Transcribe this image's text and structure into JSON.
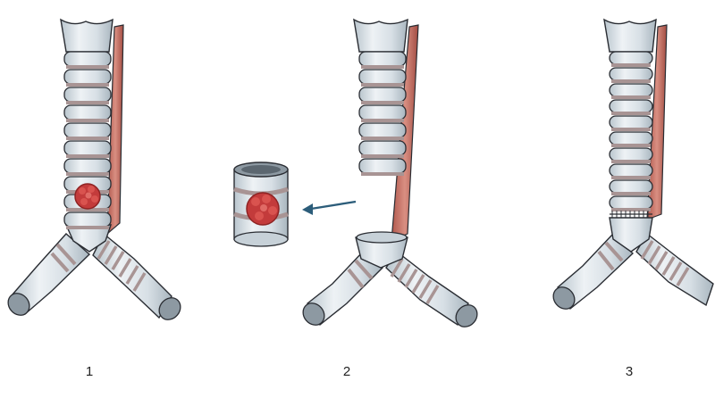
{
  "steps": [
    {
      "label": "1"
    },
    {
      "label": "2"
    },
    {
      "label": "3"
    }
  ],
  "colors": {
    "tissue": "#d9e1e6",
    "tissue_shade": "#b5c1c9",
    "cartilage_band": "#a89494",
    "outline": "#2a2d33",
    "muscle": "#c46a5e",
    "muscle_light": "#d98f82",
    "tumor": "#c33b3b",
    "tumor_dark": "#8e2323",
    "arrow": "#2c5d7a",
    "lumen": "#5c6770"
  },
  "icons": {
    "arrow": "arrow-left-icon",
    "tumor": "tumor-icon",
    "sutures": "suture-line-icon"
  }
}
